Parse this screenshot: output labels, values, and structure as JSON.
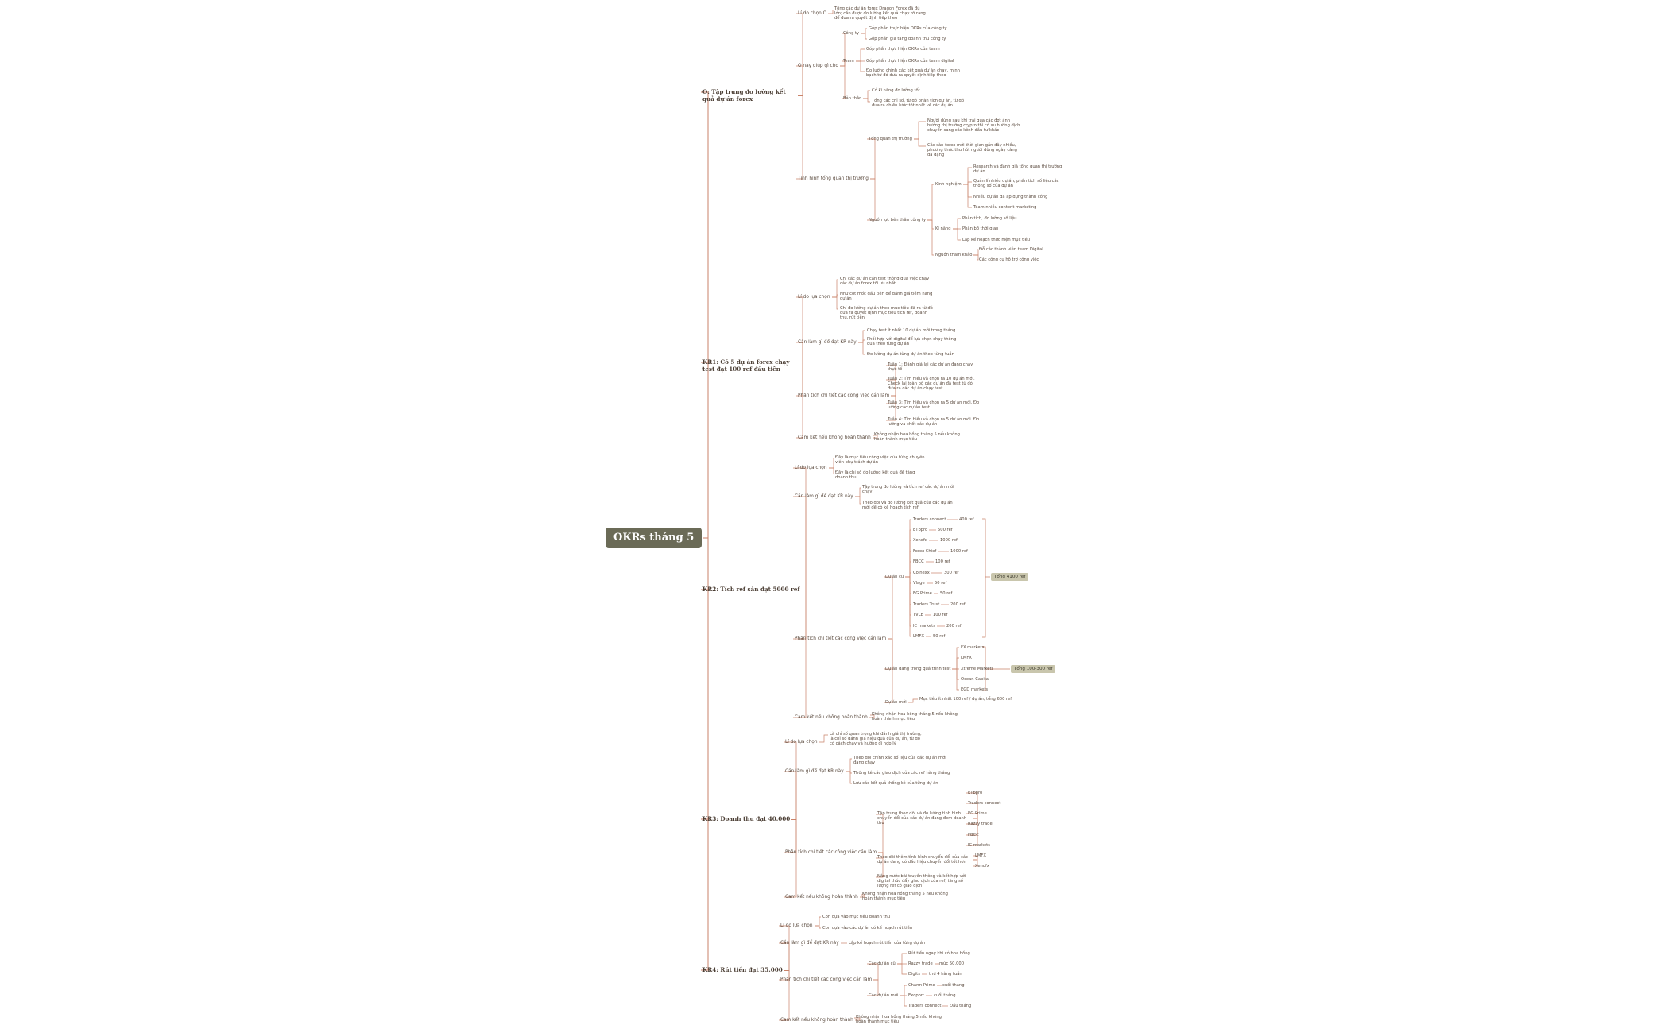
{
  "accent_color": "#c9826a",
  "root": "OKRs tháng 5",
  "objectives": [
    {
      "label": "O: Tập trung đo lường kết quả dự án forex"
    },
    {
      "label": "KR1: Có 5 dự án forex chạy test đạt 100 ref đầu tiên"
    },
    {
      "label": "KR2: Tích ref sản đạt 5000 ref"
    },
    {
      "label": "KR3: Doanh thu đạt 40.000"
    },
    {
      "label": "KR4: Rút tiền đạt 35.000"
    }
  ],
  "o": {
    "why": "Lí do chọn O",
    "why_text": "Tổng các dự án forex Dragon Forex đã đủ lớn; cần được đo lường kết quả chạy rõ ràng để đưa ra quyết định tiếp theo",
    "help": "O này giúp gì cho",
    "company": "Công ty",
    "company_1": "Góp phần thực hiện OKRs của công ty",
    "company_2": "Góp phần gia tăng doanh thu công ty",
    "team": "Team",
    "team_1": "Góp phần thực hiện OKRs của team",
    "team_2": "Góp phần thực hiện OKRs của team digital",
    "team_3": "Đo lường chính xác kết quả dự án chạy, minh bạch từ đó đưa ra quyết định tiếp theo",
    "self": "Bản thân",
    "self_1": "Có kĩ năng đo lường tốt",
    "self_2": "Tổng các chỉ số, từ đó phân tích dự án, từ đó đưa ra chiến lược tốt nhất về các dự án",
    "context": "Tình hình tổng quan thị trường",
    "market": "Tổng quan thị trường",
    "market_1": "Người dùng sau khi trải qua các đợt ảnh hưởng thị trường crypto thì có xu hướng dịch chuyển sang các kênh đầu tư khác",
    "market_2": "Các sàn forex mới thời gian gần đây nhiều, phương thức thu hút người dùng ngày càng đa dạng",
    "resource": "Nguồn lực bên thân công ty",
    "exp": "Kinh nghiệm",
    "exp_1": "Research và đánh giá tổng quan thị trường dự án",
    "exp_2": "Quản lí nhiều dự án, phân tích số liệu các thông số của dự án",
    "exp_3": "Nhiều dự án đã áp dụng thành công",
    "exp_4": "Team nhiều content marketing",
    "skill": "Kĩ năng",
    "skill_1": "Phân tích, đo lường số liệu",
    "skill_2": "Phân bổ thời gian",
    "skill_3": "Lập kế hoạch thực hiện mục tiêu",
    "ref": "Nguồn tham khảo",
    "ref_1": "Đỗ các thành viên team Digital",
    "ref_2": "Các công cụ hỗ trợ công việc"
  },
  "kr1": {
    "why": "Lí do lựa chọn",
    "why_1": "Chi các dự án cần test thông qua việc chạy các dự án forex tối ưu nhất",
    "why_2": "Như cột mốc đầu tiên để đánh giá tiềm năng dự án",
    "why_3": "Chỉ đo lường dự án theo mục tiêu đã ra từ đó đưa ra quyết định mục tiêu tích ref, doanh thu, rút tiền",
    "howto": "Cần làm gì để đạt KR này",
    "howto_1": "Chạy test ít nhất 10 dự án mới trong tháng",
    "howto_2": "Phối hợp với digital để lựa chọn chạy thông qua theo từng dự án",
    "howto_3": "Đo lường dự án từng dự án theo từng tuần",
    "plan": "Phân tích chi tiết các công việc cần làm",
    "week1": "Tuần 1: Đánh giá lại các dự án đang chạy thực tế",
    "week2": "Tuần 2: Tìm hiểu và chọn ra 10 dự án mới. Check lại toàn bộ các dự án đã test từ đó đưa ra các dự án chạy test",
    "week3": "Tuần 3: Tìm hiểu và chọn ra 5 dự án mới. Đo lường các dự án test",
    "week4": "Tuần 4: Tìm hiểu và chọn ra 5 dự án mới. Đo lường và chốt các dự án",
    "fail": "Cam kết nếu không hoàn thành",
    "fail_1": "Không nhận hoa hồng tháng 5 nếu không hoàn thành mục tiêu"
  },
  "kr2": {
    "why": "Lí do lựa chọn",
    "why_1": "Đây là mục tiêu công việc của từng chuyên viên phụ trách dự án",
    "why_2": "Đây là chỉ số đo lường kết quả để tăng doanh thu",
    "howto": "Cần làm gì để đạt KR này",
    "howto_1": "Tập trung đo lường và tích ref các dự án mới chạy",
    "howto_2": "Theo dõi và đo lường kết quả của các dự án mới để có kế hoạch tích ref",
    "plan": "Phân tích chi tiết các công việc cần làm",
    "old": "Dự án cũ",
    "old_items": [
      {
        "name": "Traders connect",
        "ref": "400 ref"
      },
      {
        "name": "ETbpro",
        "ref": "500 ref"
      },
      {
        "name": "Xenofx",
        "ref": "1000 ref"
      },
      {
        "name": "Forex Chief",
        "ref": "1000 ref"
      },
      {
        "name": "FBCC",
        "ref": "100 ref"
      },
      {
        "name": "Coinexx",
        "ref": "300 ref"
      },
      {
        "name": "Vlage",
        "ref": "50 ref"
      },
      {
        "name": "EG Prime",
        "ref": "50 ref"
      },
      {
        "name": "Traders Trust",
        "ref": "200 ref"
      },
      {
        "name": "TVLB",
        "ref": "100 ref"
      },
      {
        "name": "IC markets",
        "ref": "200 ref"
      },
      {
        "name": "LMFX",
        "ref": "50 ref"
      }
    ],
    "old_total": "Tổng 4100 ref",
    "testing": "Dự án đang trong quá trình test",
    "testing_items": [
      "FX markets",
      "LMFX",
      "Xtreme Markets",
      "Ocean Capital",
      "EGD markets"
    ],
    "testing_total": "Tổng 100-300 ref",
    "new": "Dự án mới",
    "new_1": "Mục tiêu ít nhất 100 ref / dự án, tổng 600 ref",
    "fail": "Cam kết nếu không hoàn thành",
    "fail_1": "Không nhận hoa hồng tháng 5 nếu không hoàn thành mục tiêu"
  },
  "kr3": {
    "why": "Lí do lựa chọn",
    "why_1": "Là chỉ số quan trọng khi đánh giá thị trường, là chỉ số đánh giá hiệu quả của dự án, từ đó có cách chạy và hướng đi hợp lý",
    "howto": "Cần làm gì để đạt KR này",
    "howto_1": "Theo dõi chính xác số liệu của các dự án mới đang chạy",
    "howto_2": "Thống kê các giao dịch của các ref hàng tháng",
    "howto_3": "Lưu các kết quả thống kê của từng dự án",
    "plan": "Phân tích chi tiết các công việc cần làm",
    "focus": "Tập trung theo dõi và đo lường tình hình chuyển đổi của các dự án đang đem doanh thu",
    "focus_items": [
      "ETbpro",
      "Traders connect",
      "EG Prime",
      "Razzy trade",
      "FBCC",
      "IC markets"
    ],
    "track": "Theo dõi thêm tình hình chuyển đổi của các dự án đang có dấu hiệu chuyển đổi tốt hơn",
    "track_items": [
      "LMFX",
      "Xenofx"
    ],
    "strategy": "Nâng nước bài truyền thông và kết hợp với digital thúc đẩy giao dịch của ref, tăng số lượng ref có giao dịch",
    "fail": "Cam kết nếu không hoàn thành",
    "fail_1": "Không nhận hoa hồng tháng 5 nếu không hoàn thành mục tiêu"
  },
  "kr4": {
    "why": "Lí do lựa chọn",
    "why_1": "Con dựa vào mục tiêu doanh thu",
    "why_2": "Con dựa vào các dự án có kế hoạch rút tiền",
    "howto": "Cần làm gì để đạt KR này",
    "howto_1": "Lập kế hoạch rút tiền của từng dự án",
    "plan": "Phân tích chi tiết các công việc cần làm",
    "old": "Các dự án cũ",
    "old_1": "Rút tiền ngay khi có hoa hồng",
    "old_2": {
      "name": "Razzy trade",
      "note": "mức 50.000"
    },
    "old_3": {
      "name": "Digits",
      "note": "thứ 4 hàng tuần"
    },
    "new": "Các dự án mới",
    "new_1": {
      "name": "Charm Prime",
      "note": "cuối tháng"
    },
    "new_2": {
      "name": "Exoport",
      "note": "cuối tháng"
    },
    "new_3": {
      "name": "Traders connect",
      "note": "Đầu tháng"
    },
    "fail": "Cam kết nếu không hoàn thành",
    "fail_1": "Không nhận hoa hồng tháng 5 nếu không hoàn thành mục tiêu"
  }
}
